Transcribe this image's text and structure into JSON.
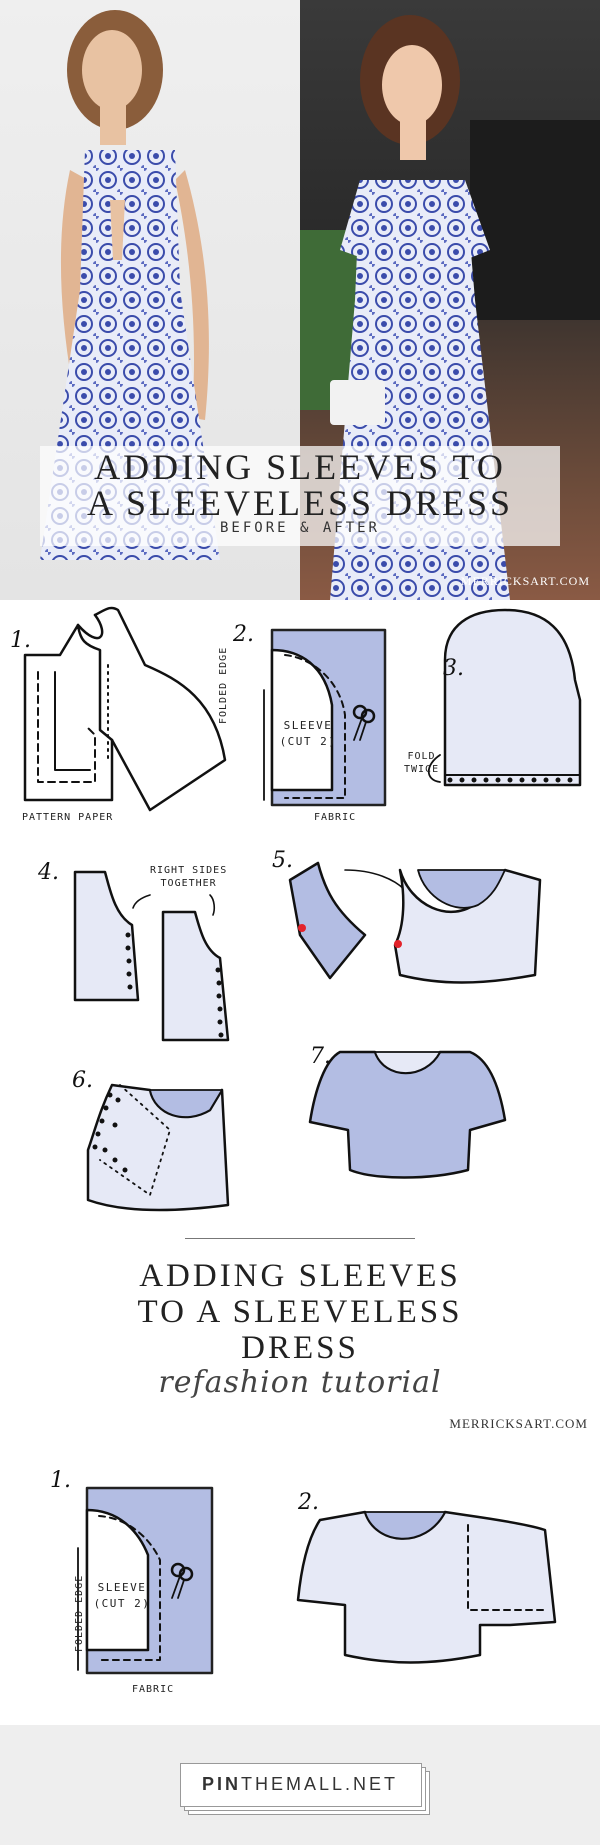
{
  "hero": {
    "title_line1": "ADDING SLEEVES TO",
    "title_line2": "A SLEEVELESS DRESS",
    "subtitle": "BEFORE & AFTER",
    "watermark": "MERRICKSART.COM"
  },
  "steps_top": {
    "s1": "1.",
    "s2": "2.",
    "s3": "3.",
    "s4": "4.",
    "s5": "5.",
    "s6": "6.",
    "s7": "7.",
    "pattern_paper": "PATTERN PAPER",
    "fabric": "FABRIC",
    "folded_edge": "FOLDED EDGE",
    "sleeve": "SLEEVE",
    "cut2": "(CUT 2)",
    "fold_twice_1": "FOLD",
    "fold_twice_2": "TWICE",
    "right_sides_1": "RIGHT SIDES",
    "right_sides_2": "TOGETHER"
  },
  "middle": {
    "line1": "ADDING SLEEVES",
    "line2": "TO A SLEEVELESS",
    "line3": "DRESS",
    "script": "refashion tutorial",
    "site": "MERRICKSART.COM"
  },
  "steps_bottom": {
    "s1": "1.",
    "s2": "2.",
    "folded_edge": "FOLDED EDGE",
    "sleeve": "SLEEVE",
    "cut2": "(CUT 2)",
    "fabric": "FABRIC"
  },
  "footer": {
    "logo_bold": "PIN",
    "logo_rest": "THEMALL.NET"
  },
  "colors": {
    "fabric_blue": "#b3bde3",
    "light_blue": "#e6e9f6",
    "pattern_blue": "#3b4cab",
    "red_dot": "#e3232b"
  }
}
